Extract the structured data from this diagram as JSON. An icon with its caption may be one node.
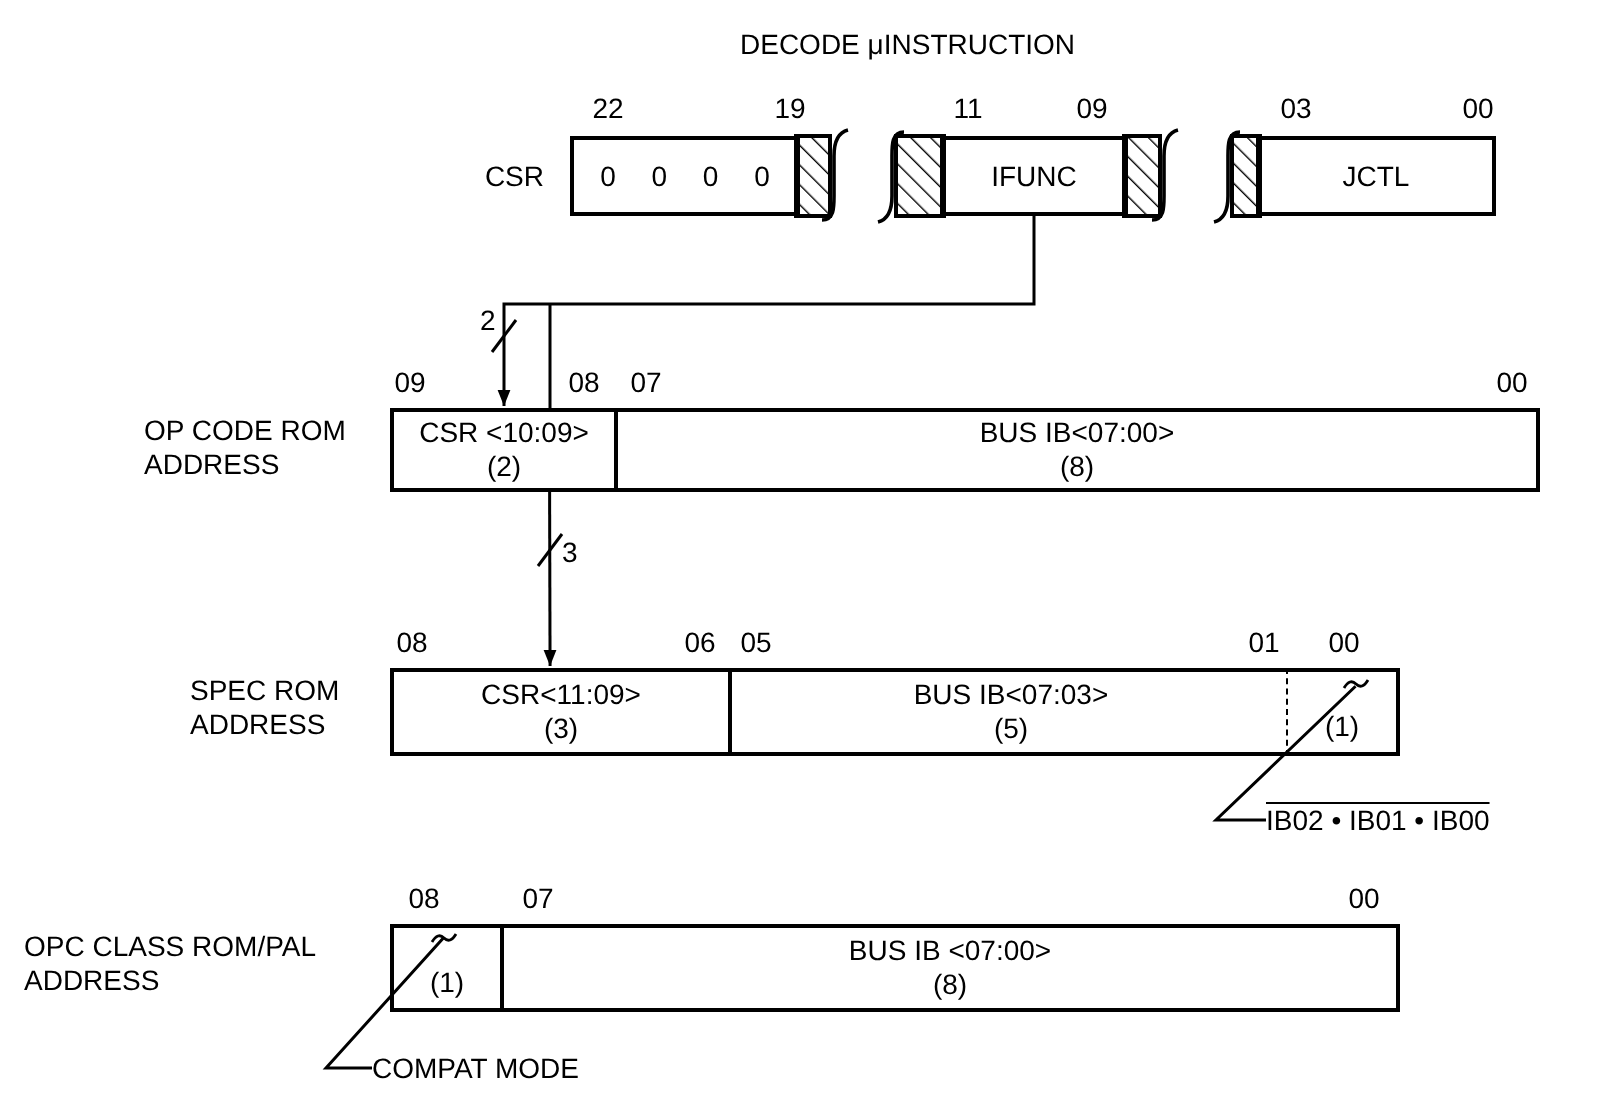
{
  "diagram": {
    "title": "DECODE μINSTRUCTION",
    "nodes": [
      {
        "text": [
          "0 0 0 0"
        ]
      },
      {
        "text": [
          "IFUNC"
        ]
      },
      {
        "text": [
          "JCTL"
        ]
      },
      {
        "text": [
          "CSR <10:09>",
          "(2)"
        ]
      },
      {
        "text": [
          "BUS IB<07:00>",
          "(8)"
        ]
      },
      {
        "text": [
          "CSR<11:09>",
          "(3)"
        ]
      },
      {
        "text": [
          "BUS IB<07:03>",
          "(5)"
        ]
      },
      {
        "text": [
          "(1)"
        ]
      },
      {
        "text": [
          "(1)"
        ]
      },
      {
        "text": [
          "BUS IB <07:00>",
          "(8)"
        ]
      },
      {
        "text": [
          "IB02 • IB01 • IB00"
        ]
      },
      {
        "text": [
          "COMPAT MODE"
        ]
      }
    ],
    "edges": [
      {
        "from": 1,
        "to": 3,
        "arrow": "to",
        "label": "2"
      },
      {
        "from": 3,
        "to": 5,
        "arrow": "to",
        "label": "3"
      },
      {
        "from": 10,
        "to": 7,
        "arrow": "none"
      },
      {
        "from": 11,
        "to": 8,
        "arrow": "none"
      }
    ],
    "labels": [
      "22",
      "19",
      "11",
      "09",
      "03",
      "00",
      "CSR",
      "09",
      "08",
      "07",
      "00",
      "OP CODE ROM ADDRESS",
      "08",
      "06",
      "05",
      "01",
      "00",
      "SPEC ROM ADDRESS",
      "08",
      "07",
      "00",
      "OPC CLASS ROM/PAL ADDRESS"
    ]
  }
}
